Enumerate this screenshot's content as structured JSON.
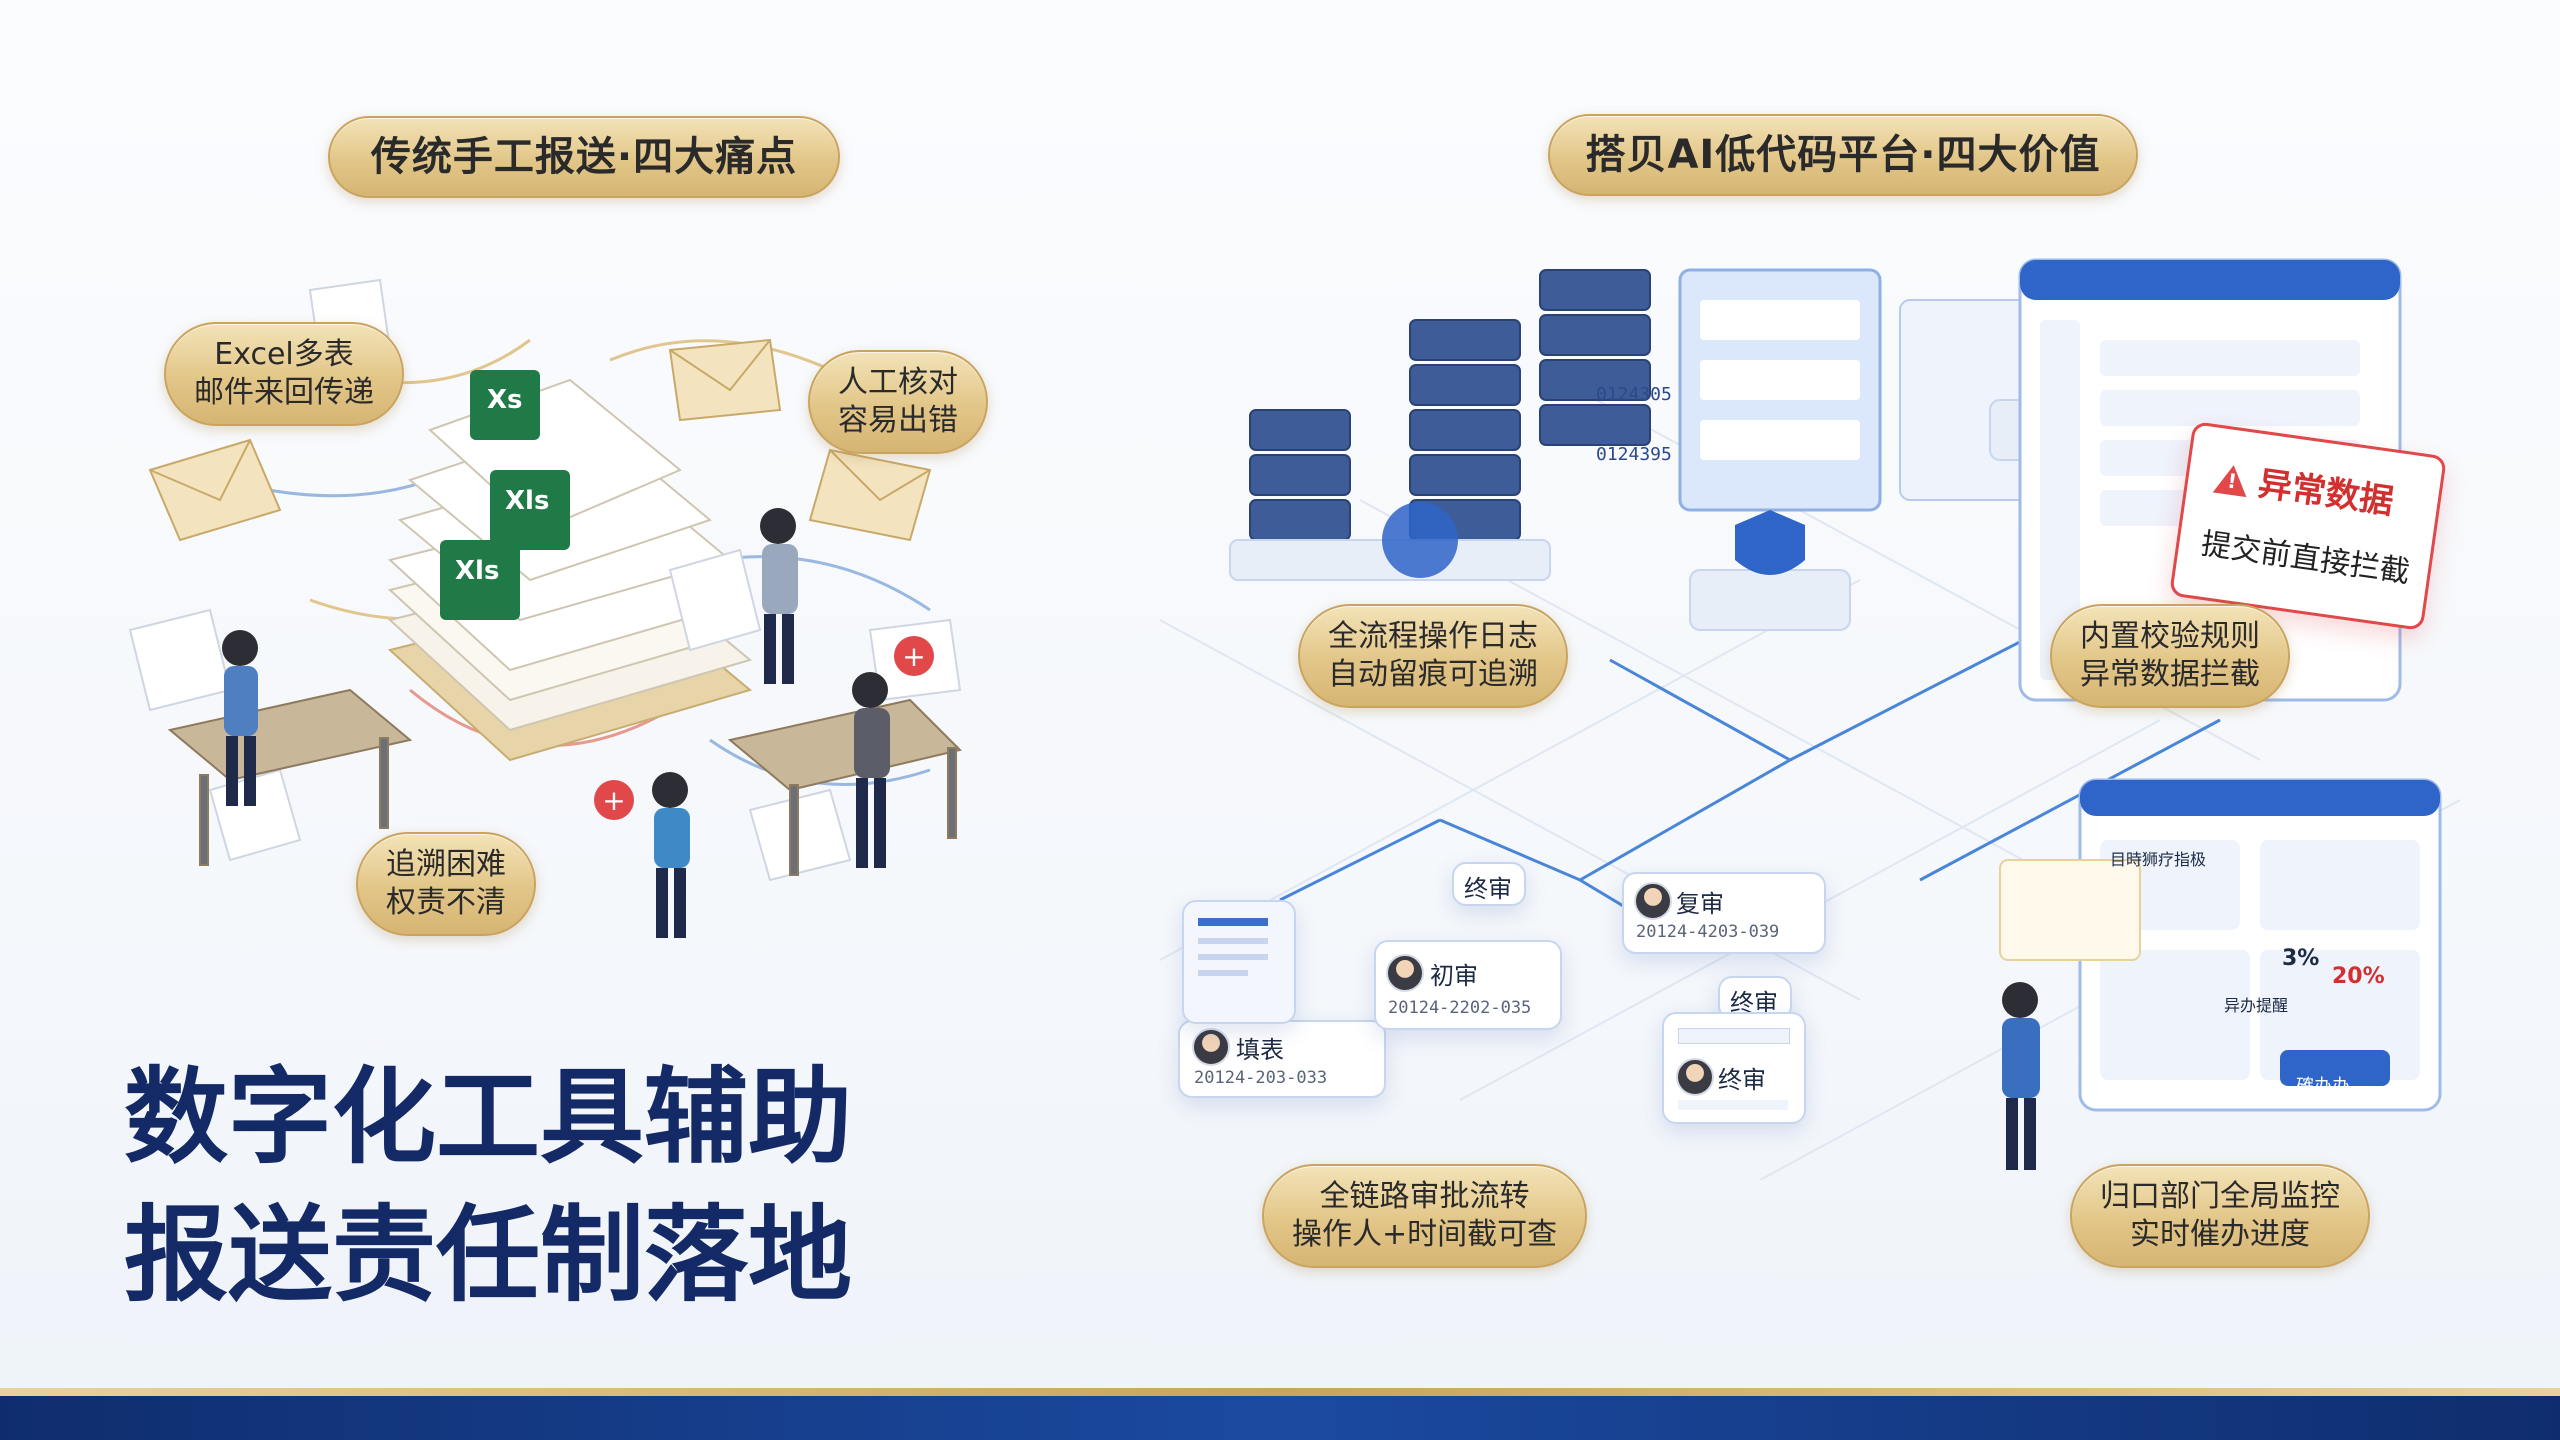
{
  "left": {
    "title": "传统手工报送·四大痛点",
    "pain_points": [
      {
        "line1": "Excel多表",
        "line2": "邮件来回传递"
      },
      {
        "line1": "人工核对",
        "line2": "容易出错"
      },
      {
        "line1": "追溯困难",
        "line2": "权责不清"
      }
    ],
    "file_tags": [
      "Xs",
      "Xls",
      "Xls"
    ],
    "headline_line1": "数字化工具辅助",
    "headline_line2": "报送责任制落地"
  },
  "right": {
    "title": "搭贝AI低代码平台·四大价值",
    "values": [
      {
        "line1": "全流程操作日志",
        "line2": "自动留痕可追溯"
      },
      {
        "line1": "内置校验规则",
        "line2": "异常数据拦截"
      },
      {
        "line1": "全链路审批流转",
        "line2": "操作人+时间截可查"
      },
      {
        "line1": "归口部门全局监控",
        "line2": "实时催办进度"
      }
    ],
    "alert": {
      "title": "异常数据",
      "subtitle": "提交前直接拦截"
    },
    "workflow": {
      "fill": {
        "label": "填表",
        "date": "20124-203-033"
      },
      "first": {
        "label": "初审",
        "date": "20124-2202-035"
      },
      "final_top": {
        "label": "终审"
      },
      "review": {
        "label": "复审",
        "date": "20124-4203-039"
      },
      "final_mid": {
        "label": "终审"
      },
      "final_box": {
        "label": "终审"
      }
    },
    "dashboard": {
      "header": "目時狮疗指极",
      "stat1": "3%",
      "stat2": "20%",
      "button": "確办办",
      "cards": [
        "异办提醒"
      ]
    },
    "server_codes": [
      "0124305",
      "0124395"
    ]
  },
  "colors": {
    "navy": "#142a66",
    "gold": "#d6b573",
    "accent_blue": "#2f64c8",
    "alert_red": "#e0484a"
  }
}
